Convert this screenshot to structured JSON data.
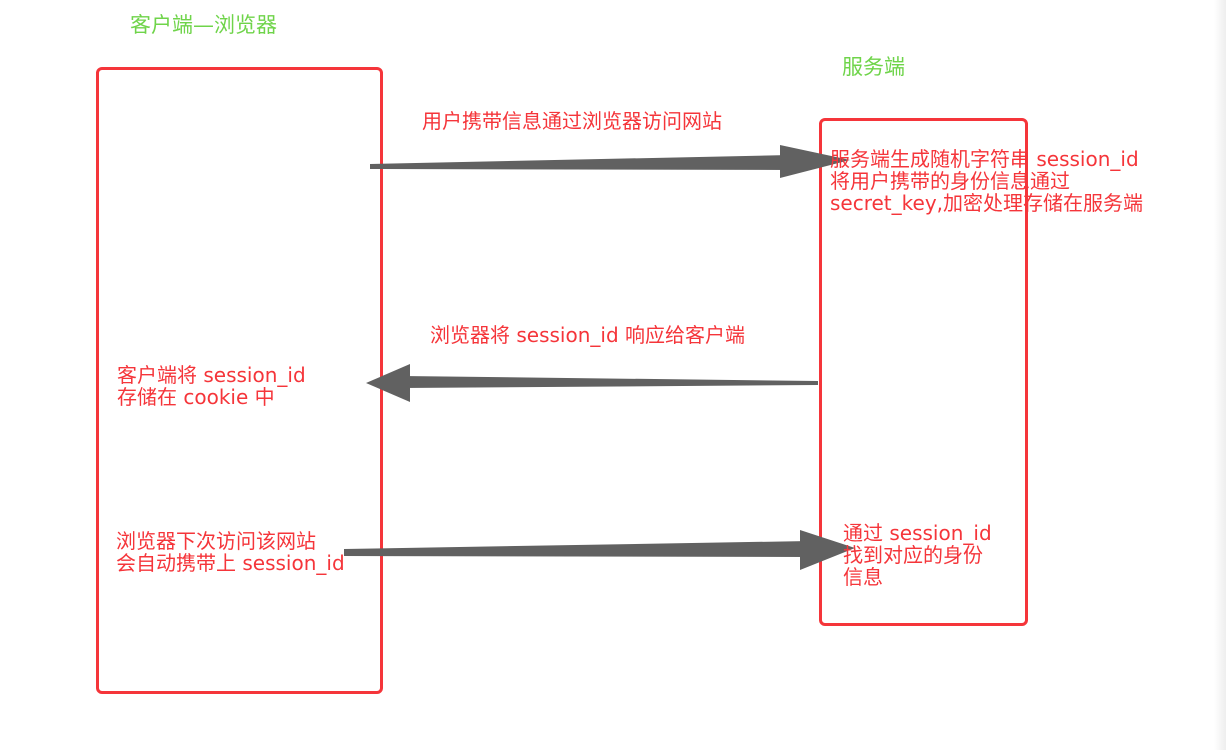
{
  "client_title": "客户端—浏览器",
  "server_title": "服务端",
  "steps": {
    "request_label": "用户携带信息通过浏览器访问网站",
    "server_generate": [
      "服务端生成随机字符串 session_id",
      "将用户携带的身份信息通过",
      "secret_key,加密处理存储在服务端"
    ],
    "response_label": "浏览器将 session_id 响应给客户端",
    "client_store": [
      "客户端将 session_id",
      "存储在 cookie 中"
    ],
    "client_next_visit": [
      "浏览器下次访问该网站",
      "会自动携带上 session_id"
    ],
    "server_lookup": [
      "通过 session_id",
      "找到对应的身份",
      "信息"
    ]
  },
  "colors": {
    "title_green": "#6fd44a",
    "red": "#f5353a",
    "arrow_gray": "#616161"
  }
}
